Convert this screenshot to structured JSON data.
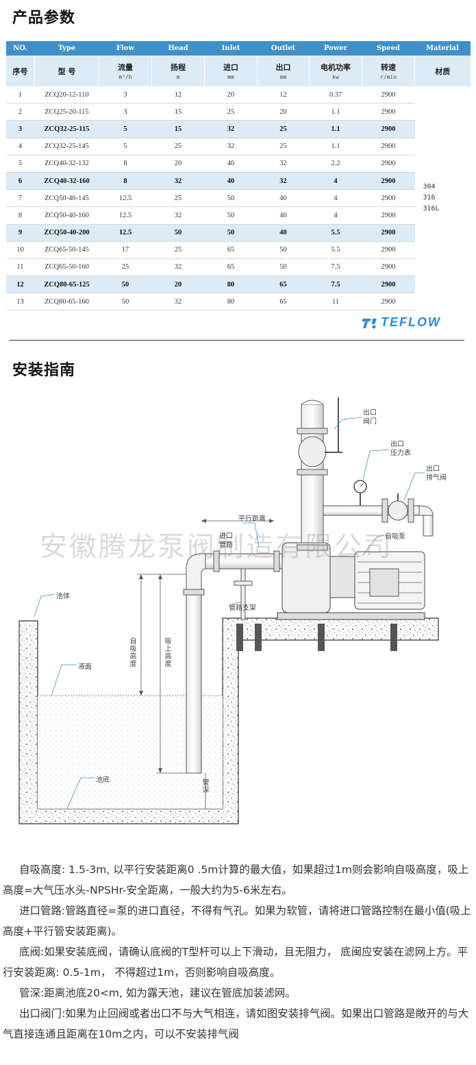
{
  "section1_title": "产品参数",
  "section2_title": "安装指南",
  "table": {
    "headers_en": [
      "NO.",
      "Type",
      "Flow",
      "Head",
      "Inlet",
      "Outlet",
      "Power",
      "Speed",
      "Material"
    ],
    "headers_cn": [
      "序号",
      "型 号",
      "流量",
      "扬程",
      "进口",
      "出口",
      "电机功率",
      "转速",
      "材质"
    ],
    "units": [
      "",
      "",
      "m³/h",
      "m",
      "mm",
      "mm",
      "kw",
      "r/min",
      ""
    ],
    "rows": [
      [
        "1",
        "ZCQ20-12-110",
        "3",
        "12",
        "20",
        "12",
        "0.37",
        "2900"
      ],
      [
        "2",
        "ZCQ25-20-115",
        "3",
        "15",
        "25",
        "20",
        "1.1",
        "2900"
      ],
      [
        "3",
        "ZCQ32-25-115",
        "5",
        "15",
        "32",
        "25",
        "1.1",
        "2900"
      ],
      [
        "4",
        "ZCQ32-25-145",
        "5",
        "25",
        "32",
        "25",
        "1.1",
        "2900"
      ],
      [
        "5",
        "ZCQ40-32-132",
        "8",
        "20",
        "40",
        "32",
        "2.2",
        "2900"
      ],
      [
        "6",
        "ZCQ40-32-160",
        "8",
        "32",
        "40",
        "32",
        "4",
        "2900"
      ],
      [
        "7",
        "ZCQ50-40-145",
        "12.5",
        "25",
        "50",
        "40",
        "4",
        "2900"
      ],
      [
        "8",
        "ZCQ50-40-160",
        "12.5",
        "32",
        "50",
        "40",
        "4",
        "2900"
      ],
      [
        "9",
        "ZCQ50-40-200",
        "12.5",
        "50",
        "50",
        "40",
        "5.5",
        "2900"
      ],
      [
        "10",
        "ZCQ65-50-145",
        "17",
        "25",
        "65",
        "50",
        "5.5",
        "2900"
      ],
      [
        "11",
        "ZCQ65-50-160",
        "25",
        "32",
        "65",
        "50",
        "7.5",
        "2900"
      ],
      [
        "12",
        "ZCQ80-65-125",
        "50",
        "20",
        "80",
        "65",
        "7.5",
        "2900"
      ],
      [
        "13",
        "ZCQ80-65-160",
        "50",
        "32",
        "80",
        "65",
        "11",
        "2900"
      ]
    ],
    "highlight_rows": [
      3,
      6,
      9,
      12
    ],
    "materials": [
      "304",
      "316",
      "316L"
    ]
  },
  "brand": "TEFLOW",
  "diagram": {
    "watermark": "安徽腾龙泵阀制造有限公司",
    "labels": {
      "outlet_valve": "出口\n阀门",
      "outlet_gauge": "出口\n压力表",
      "outlet_vent": "出口\n排气阀",
      "parallel_distance": "平行距离",
      "inlet_pipe": "进口\n管路",
      "self_priming_pump": "自吸泵",
      "pipe_support": "管路支架",
      "pool_body": "池体",
      "liquid_level": "液面",
      "pool_bottom": "池底",
      "self_priming_height": "自吸高度",
      "suction_height": "吸上高度",
      "pipe_depth": "管深"
    }
  },
  "notes": [
    "自吸高度: 1.5-3m, 以平行安装距离0 .5m计算的最大值，如果超过1m则会影响自吸高度，吸上高度=大气压水头-NPSHr-安全距离，一般大约为5-6米左右。",
    "进口管路:管路直径=泵的进口直径，不得有气孔。如果为软管，请将进口管路控制在最小值(吸上高度+平行管安装距离)。",
    "底阀:如果安装底阀，请确认底阀的T型杆可以上下滑动，且无阻力， 底闽应安装在滤网上方。平行安装距离: 0.5-1m， 不得超过1m，否则影响自吸高度。",
    "管深:距离池底20<m, 如为露天池，建议在管底加装滤网。",
    "出口阀门:如果为止回阀或者出口不与大气相连，请如图安装排气阀。如果出口管路是敞开的与大气直接连通且距离在10m之内，可以不安装排气阀"
  ]
}
